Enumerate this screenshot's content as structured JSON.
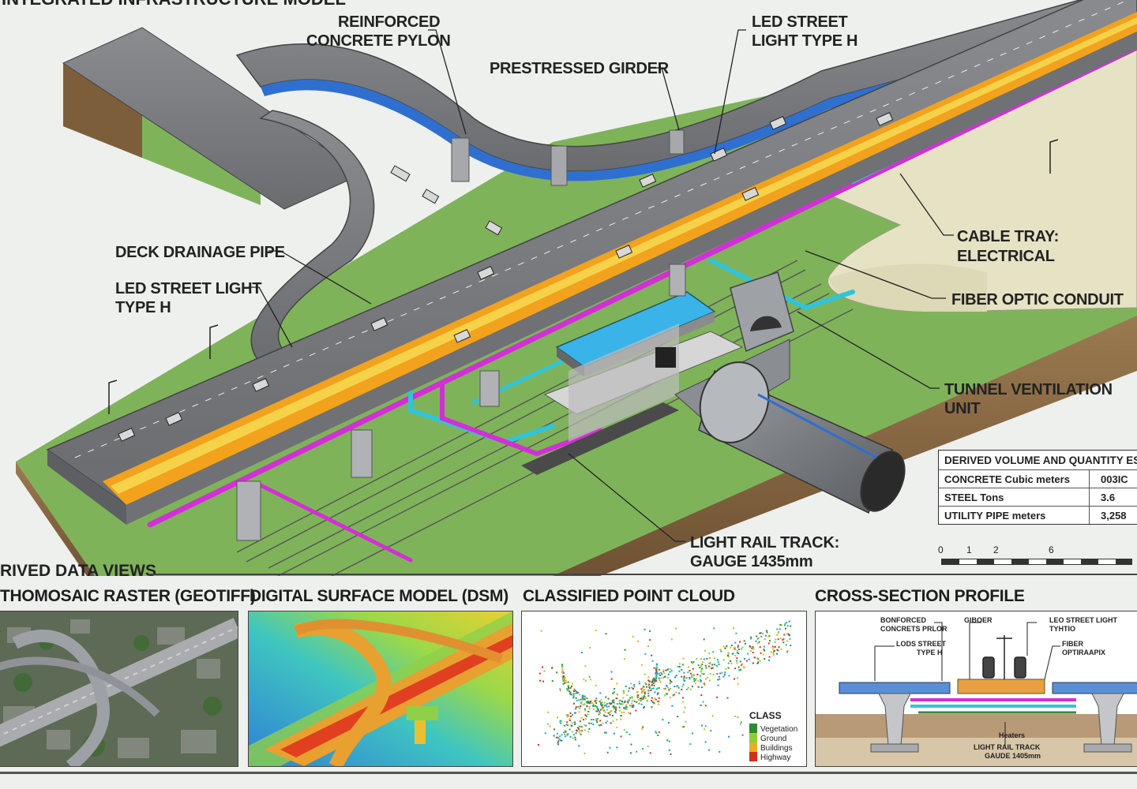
{
  "title": "INTEGRATED INFRASTRUCTURE MODEL",
  "callouts": {
    "pylon": [
      "REINFORCED",
      "CONCRETE PYLON"
    ],
    "street_light_top": [
      "LED STREET",
      "LIGHT TYPE H"
    ],
    "girder": [
      "PRESTRESSED GIRDER"
    ],
    "drainage": [
      "DECK DRAINAGE PIPE"
    ],
    "street_light_left": [
      "LED STREET LIGHT",
      "TYPE H"
    ],
    "cable_tray": [
      "CABLE TRAY:",
      "ELECTRICAL"
    ],
    "fiber": [
      "FIBER OPTIC CONDUIT"
    ],
    "ventilation": [
      "TUNNEL VENTILATION",
      "UNIT"
    ],
    "rail": [
      "LIGHT RAIL TRACK:",
      "GAUGE 1435mm"
    ]
  },
  "quantity_table": {
    "header": "DERIVED VOLUME AND QUANTITY ESTI",
    "rows": [
      {
        "label": "CONCRETE Cubic meters",
        "value": "003IC"
      },
      {
        "label": "STEEL Tons",
        "value": "3.6"
      },
      {
        "label": "UTILITY PIPE meters",
        "value": "3,258"
      }
    ]
  },
  "scale_bar": {
    "labels": [
      "0",
      "1",
      "2",
      "6"
    ]
  },
  "derived": {
    "heading": "RIVED DATA VIEWS",
    "panes": [
      {
        "title": "THOMOSAIC RASTER (GEOTIFF)"
      },
      {
        "title": "DIGITAL SURFACE MODEL (DSM)"
      },
      {
        "title": "CLASSIFIED POINT CLOUD"
      },
      {
        "title": "CROSS-SECTION PROFILE"
      }
    ]
  },
  "point_cloud_legend": {
    "title": "CLASS",
    "items": [
      {
        "label": "Vegetation",
        "color": "#2e8b2e"
      },
      {
        "label": "Ground",
        "color": "#8fcc3a"
      },
      {
        "label": "Buildings",
        "color": "#e8b020"
      },
      {
        "label": "Highway",
        "color": "#d03020"
      }
    ]
  },
  "cross_section": {
    "labels": {
      "pylon": [
        "BONFORCED",
        "CONCRETS PRLOR"
      ],
      "girder": "GIBOER",
      "light_top": [
        "LEO STREET LIGHT",
        "TYHTIO"
      ],
      "light_left": [
        "LODS STREET",
        "TYPE H"
      ],
      "fiber": [
        "FIBER",
        "OPTIRAAPIX"
      ],
      "rail": [
        "LIGHT RAIL TRACK",
        "GAUDE 1405mm"
      ],
      "mid": "Heaters"
    }
  },
  "colors": {
    "deck": "#7b7d80",
    "terrain": "#7fb35a",
    "soil": "#8b6a44",
    "orange_conduit": "#f2a21c",
    "magenta_pipe": "#d22fd6",
    "cyan_pipe": "#31c4d8",
    "blue_girder": "#2f6fd0"
  }
}
